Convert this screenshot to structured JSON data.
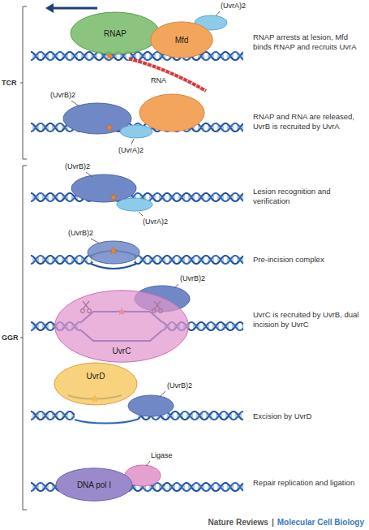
{
  "diagram": {
    "nodes": [
      {
        "text": [
          "RNAP"
        ]
      },
      {
        "text": [
          "Mfd"
        ]
      },
      {
        "text": [
          "UvrC"
        ]
      },
      {
        "text": [
          "UvrD"
        ]
      },
      {
        "text": [
          "DNA pol I"
        ]
      }
    ],
    "labels": [
      "TCR",
      "(UvrA)2",
      "RNA",
      "RNAP arrests at lesion, Mfd binds RNAP and recruits UvrA",
      "(UvrB)2",
      "(UvrA)2",
      "RNAP and RNA are released, UvrB is recruited by UvrA",
      "GGR",
      "(UvrB)2",
      "(UvrA)2",
      "Lesion recognition and verification",
      "(UvrB)2",
      "Pre-incision complex",
      "(UvrB)2",
      "UvrC is recruited by UvrB, dual incision by UvrC",
      "(UvrB)2",
      "Excision by UvrD",
      "Ligase",
      "Repair replication and ligation",
      "Nature Reviews",
      "|",
      "Molecular Cell Biology"
    ]
  }
}
